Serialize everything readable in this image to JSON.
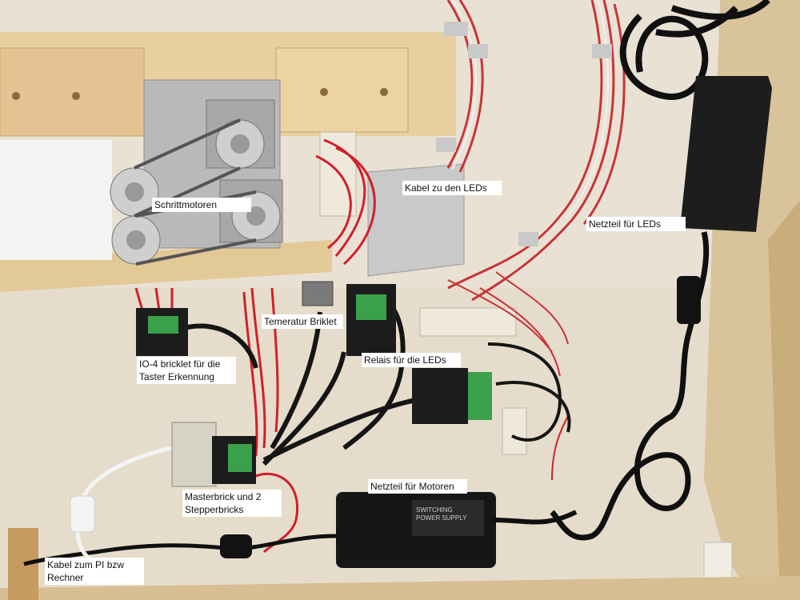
{
  "photo": {
    "subject": "Wiring panel with stepper motors, bricklets, relays and power supplies",
    "colors": {
      "wall": "#e9e2d4",
      "wood": "#e8cfa0",
      "cable_red": "#d0202a",
      "cable_black": "#151515",
      "pcb": "#1c1c1c",
      "terminal_green": "#3aa04a"
    }
  },
  "annotations": {
    "stepper_motors": "Schrittmotoren",
    "cable_to_leds": "Kabel zu den LEDs",
    "psu_leds": "Netzteil für LEDs",
    "temperature_bricklet": "Temeratur Briklet",
    "io4_bricklet": "IO-4 bricklet für die\nTaster Erkennung",
    "relays": "Relais für die LEDs",
    "psu_motors": "Netzteil für Motoren",
    "master_brick": "Masterbrick und 2\nStepperbricks",
    "cable_pi": "Kabel zum PI bzw\nRechner"
  },
  "psu_print": {
    "line1": "SWITCHING",
    "line2": "POWER SUPPLY"
  }
}
